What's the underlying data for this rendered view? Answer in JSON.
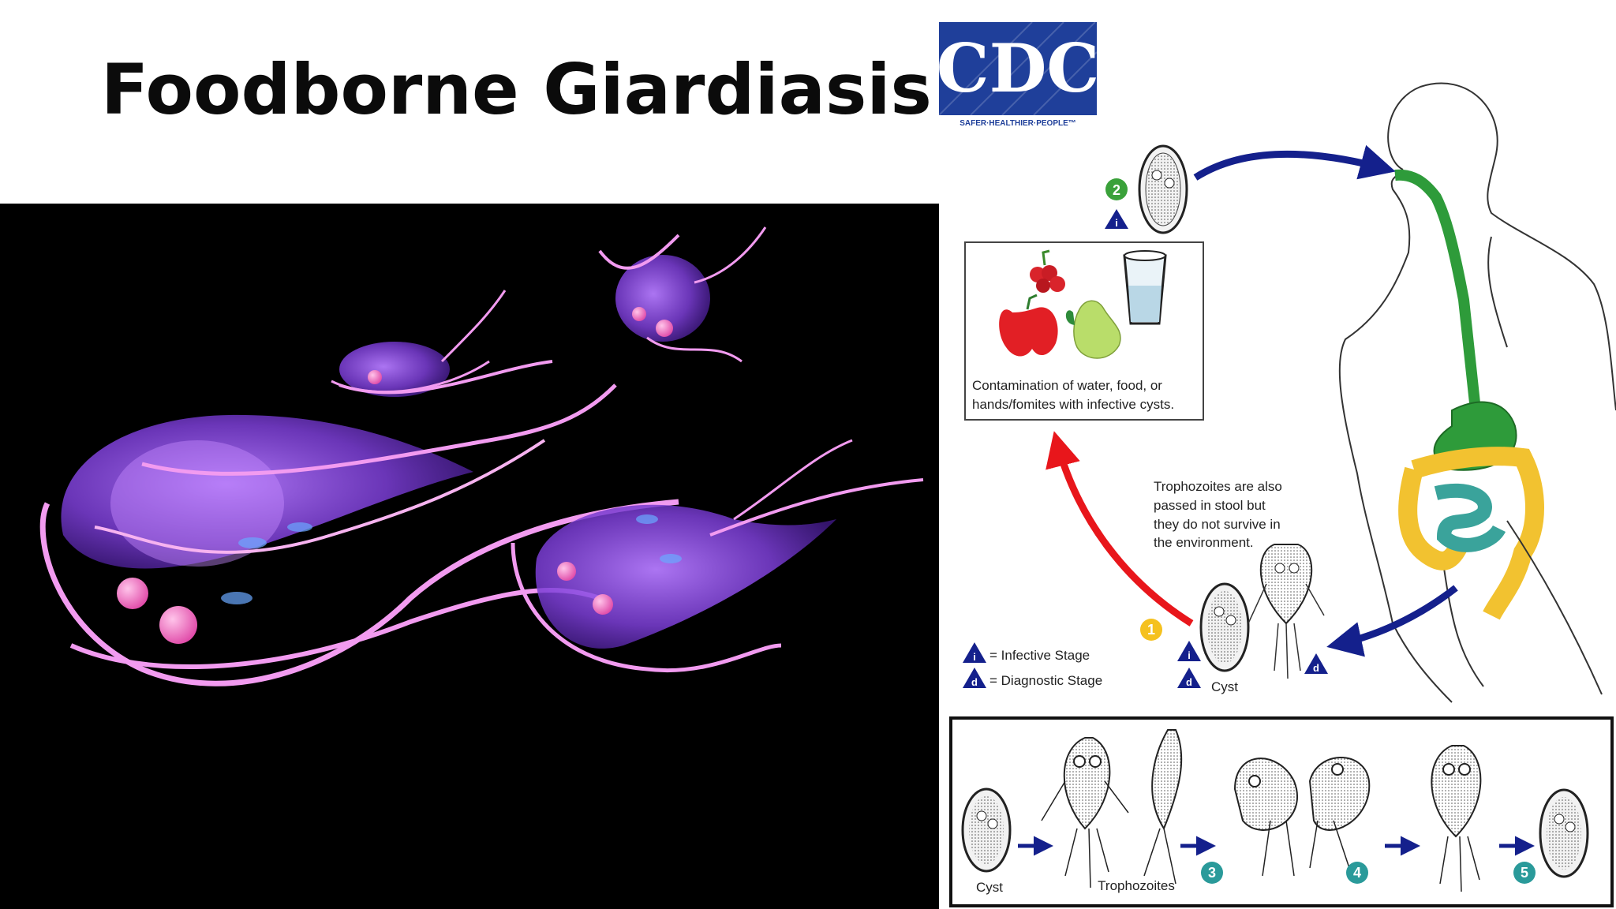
{
  "title": "Foodborne Giardiasis",
  "logo": {
    "text": "CDC",
    "tagline": "SAFER·HEALTHIER·PEOPLE™"
  },
  "lifecycle": {
    "contamination_lines": [
      "Contamination of water, food, or",
      "hands/fomites with infective cysts."
    ],
    "trophozoite_note": [
      "Trophozoites are also",
      "passed in stool but",
      "they do not survive in",
      "the environment."
    ],
    "legend": {
      "infective": "= Infective Stage",
      "diagnostic": "= Diagnostic Stage"
    },
    "marker_i": "i",
    "marker_d": "d",
    "cyst_label": "Cyst",
    "steps": [
      "1",
      "2",
      "3",
      "4",
      "5"
    ],
    "bottom_labels": {
      "cyst": "Cyst",
      "trophozoites": "Trophozoites"
    },
    "colors": {
      "arrow_blue": "#14208c",
      "arrow_red": "#e8161b",
      "step_green": "#3aa13a",
      "step_yellow": "#f5c11f",
      "step_teal": "#2a9a9a",
      "gut_green": "#2e9b3a",
      "colon_yellow": "#f2c230",
      "intestine_teal": "#3aa39b"
    }
  }
}
